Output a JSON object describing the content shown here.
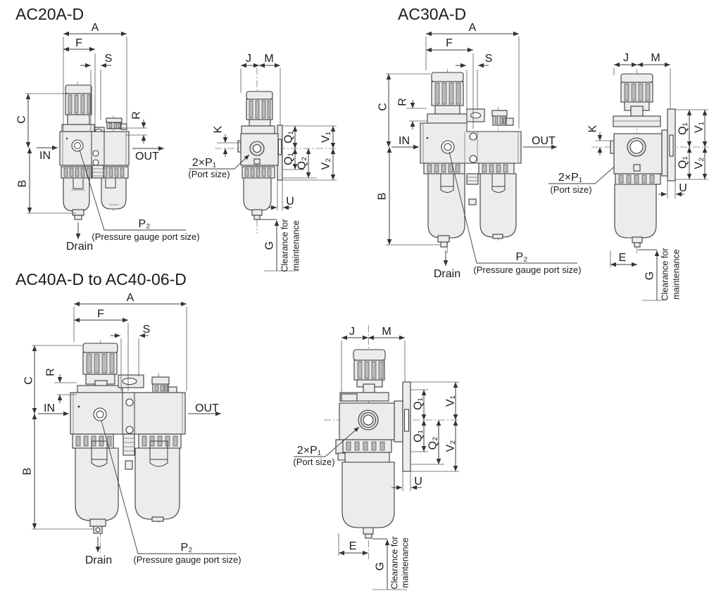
{
  "meta": {
    "background": "#ffffff",
    "line_color": "#3a3a3a",
    "fill_light": "#ececec",
    "fill_shade": "#b9b9b9"
  },
  "figures": {
    "ac20": {
      "title": "AC20A-D",
      "front": {
        "dim_a": "A",
        "dim_f": "F",
        "dim_s": "S",
        "dim_c": "C",
        "dim_b": "B",
        "dim_r": "R",
        "port_in": "IN",
        "port_out": "OUT",
        "drain": "Drain",
        "p2": "P₂",
        "p2_note": "(Pressure gauge port size)"
      },
      "side": {
        "dim_j": "J",
        "dim_m": "M",
        "dim_k": "K",
        "q1_upper": "Q₁",
        "q1_lower": "Q₁",
        "q2": "Q₂",
        "v1": "V₁",
        "v2": "V₂",
        "u": "U",
        "g": "G",
        "p1": "2×P₁",
        "p1_note": "(Port size)",
        "clearance1": "Clearance for",
        "clearance2": "maintenance"
      }
    },
    "ac30": {
      "title": "AC30A-D",
      "front": {
        "dim_a": "A",
        "dim_f": "F",
        "dim_s": "S",
        "dim_c": "C",
        "dim_b": "B",
        "dim_r": "R",
        "port_in": "IN",
        "port_out": "OUT",
        "drain": "Drain",
        "p2": "P₂",
        "p2_note": "(Pressure gauge port size)"
      },
      "side": {
        "dim_j": "J",
        "dim_m": "M",
        "dim_k": "K",
        "q1_upper": "Q₁",
        "q1_lower": "Q₁",
        "v1": "V₁",
        "v2": "V₂",
        "u": "U",
        "e": "E",
        "g": "G",
        "p1": "2×P₁",
        "p1_note": "(Port size)",
        "clearance1": "Clearance for",
        "clearance2": "maintenance"
      }
    },
    "ac40": {
      "title": "AC40A-D to AC40-06-D",
      "front": {
        "dim_a": "A",
        "dim_f": "F",
        "dim_s": "S",
        "dim_c": "C",
        "dim_b": "B",
        "dim_r": "R",
        "port_in": "IN",
        "port_out": "OUT",
        "drain": "Drain",
        "p2": "P₂",
        "p2_note": "(Pressure gauge port size)"
      },
      "side": {
        "dim_j": "J",
        "dim_m": "M",
        "q1_upper": "Q₁",
        "q1_lower": "Q₁",
        "q2": "Q₂",
        "v1": "V₁",
        "v2": "V₂",
        "u": "U",
        "e": "E",
        "g": "G",
        "p1": "2×P₁",
        "p1_note": "(Port size)",
        "clearance1": "Clearance for",
        "clearance2": "maintenance"
      }
    }
  }
}
